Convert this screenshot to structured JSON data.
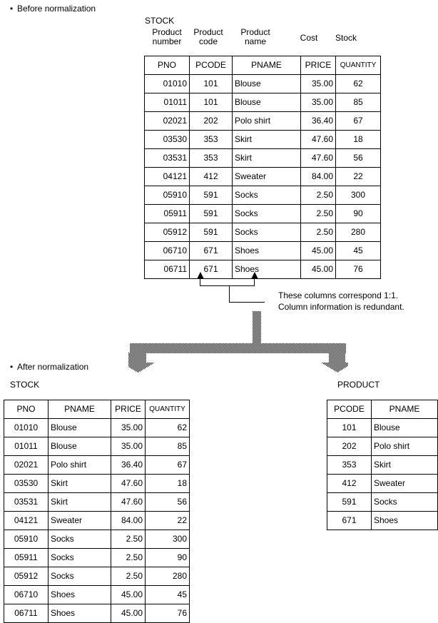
{
  "sections": {
    "before": {
      "bullet": "Before normalization",
      "table_caption": "STOCK",
      "column_titles": [
        "Product number",
        "Product code",
        "Product name",
        "Cost",
        "Stock"
      ],
      "column_titles_lines": [
        [
          "Product",
          "number"
        ],
        [
          "Product",
          "code"
        ],
        [
          "Product",
          "name"
        ],
        [
          "Cost",
          ""
        ],
        [
          "Stock",
          ""
        ]
      ],
      "headers": [
        "PNO",
        "PCODE",
        "PNAME",
        "PRICE",
        "QUANTITY"
      ],
      "highlighted_columns": [
        "PCODE",
        "PNAME"
      ],
      "rows": [
        [
          "01010",
          "101",
          "Blouse",
          "35.00",
          "62"
        ],
        [
          "01011",
          "101",
          "Blouse",
          "35.00",
          "85"
        ],
        [
          "02021",
          "202",
          "Polo shirt",
          "36.40",
          "67"
        ],
        [
          "03530",
          "353",
          "Skirt",
          "47.60",
          "18"
        ],
        [
          "03531",
          "353",
          "Skirt",
          "47.60",
          "56"
        ],
        [
          "04121",
          "412",
          "Sweater",
          "84.00",
          "22"
        ],
        [
          "05910",
          "591",
          "Socks",
          "2.50",
          "300"
        ],
        [
          "05911",
          "591",
          "Socks",
          "2.50",
          "90"
        ],
        [
          "05912",
          "591",
          "Socks",
          "2.50",
          "280"
        ],
        [
          "06710",
          "671",
          "Shoes",
          "45.00",
          "45"
        ],
        [
          "06711",
          "671",
          "Shoes",
          "45.00",
          "76"
        ]
      ]
    },
    "annotation": {
      "line1": "These columns correspond 1:1.",
      "line2": "Column information is redundant."
    },
    "after": {
      "bullet": "After normalization",
      "stock": {
        "table_caption": "STOCK",
        "headers": [
          "PNO",
          "PNAME",
          "PRICE",
          "QUANTITY"
        ],
        "rows": [
          [
            "01010",
            "Blouse",
            "35.00",
            "62"
          ],
          [
            "01011",
            "Blouse",
            "35.00",
            "85"
          ],
          [
            "02021",
            "Polo shirt",
            "36.40",
            "67"
          ],
          [
            "03530",
            "Skirt",
            "47.60",
            "18"
          ],
          [
            "03531",
            "Skirt",
            "47.60",
            "56"
          ],
          [
            "04121",
            "Sweater",
            "84.00",
            "22"
          ],
          [
            "05910",
            "Socks",
            "2.50",
            "300"
          ],
          [
            "05911",
            "Socks",
            "2.50",
            "90"
          ],
          [
            "05912",
            "Socks",
            "2.50",
            "280"
          ],
          [
            "06710",
            "Shoes",
            "45.00",
            "45"
          ],
          [
            "06711",
            "Shoes",
            "45.00",
            "76"
          ]
        ]
      },
      "product": {
        "table_caption": "PRODUCT",
        "headers": [
          "PCODE",
          "PNAME"
        ],
        "rows": [
          [
            "101",
            "Blouse"
          ],
          [
            "202",
            "Polo shirt"
          ],
          [
            "353",
            "Skirt"
          ],
          [
            "412",
            "Sweater"
          ],
          [
            "591",
            "Socks"
          ],
          [
            "671",
            "Shoes"
          ]
        ]
      }
    }
  },
  "colors": {
    "ink": "#000000",
    "paper": "#ffffff",
    "highlight_fill": "#000000"
  },
  "icons": {
    "bullet": "•",
    "up_arrow": "up-arrow-icon",
    "split_arrow": "split-down-arrow-icon"
  }
}
